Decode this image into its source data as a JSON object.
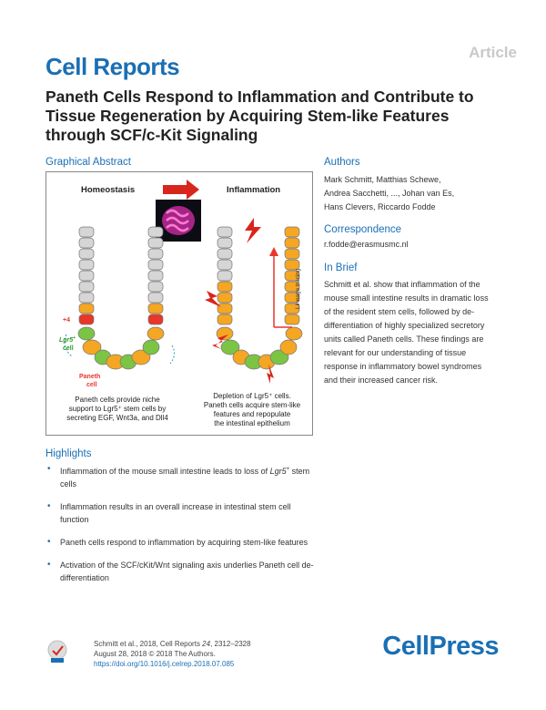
{
  "article_tag": "Article",
  "journal": "Cell Reports",
  "title": "Paneth Cells Respond to Inflammation and Contribute to Tissue Regeneration by Acquiring Stem-like Features through SCF/c-Kit Signaling",
  "graphical_abstract": {
    "heading": "Graphical Abstract",
    "left_title": "Homeostasis",
    "right_title": "Inflammation",
    "label_plus4": "+4",
    "label_lgr5_a": "Lgr5",
    "label_lgr5_sup": "+",
    "label_lgr5_b": "cell",
    "label_paneth_a": "Paneth",
    "label_paneth_b": "cell",
    "lineage_label": "Lineage tracing",
    "left_caption": [
      "Paneth cells provide niche",
      "support to Lgr5⁺ stem cells by",
      "secreting EGF, Wnt3a, and Dll4"
    ],
    "right_caption": [
      "Depletion of Lgr5⁺ cells.",
      "Paneth cells acquire stem-like",
      "features and repopulate",
      "the intestinal epithelium"
    ]
  },
  "authors": {
    "heading": "Authors",
    "lines": [
      "Mark Schmitt, Matthias Schewe,",
      "Andrea Sacchetti, ..., Johan van Es,",
      "Hans Clevers, Riccardo Fodde"
    ]
  },
  "correspondence": {
    "heading": "Correspondence",
    "email": "r.fodde@erasmusmc.nl"
  },
  "in_brief": {
    "heading": "In Brief",
    "text": "Schmitt et al. show that inflammation of the mouse small intestine results in dramatic loss of the resident stem cells, followed by de-differentiation of highly specialized secretory units called Paneth cells. These findings are relevant for our understanding of tissue response in inflammatory bowel syndromes and their increased cancer risk."
  },
  "highlights": {
    "heading": "Highlights",
    "items": [
      {
        "pre": "Inflammation of the mouse small intestine leads to loss of ",
        "em": "Lgr5",
        "sup": "+",
        "post": " stem cells"
      },
      {
        "pre": "Inflammation results in an overall increase in intestinal stem cell function",
        "em": "",
        "sup": "",
        "post": ""
      },
      {
        "pre": "Paneth cells respond to inflammation by acquiring stem-like features",
        "em": "",
        "sup": "",
        "post": ""
      },
      {
        "pre": "Activation of the SCF/cKit/Wnt signaling axis underlies Paneth cell de-differentiation",
        "em": "",
        "sup": "",
        "post": ""
      }
    ]
  },
  "citation": {
    "line1_pre": "Schmitt et al., 2018, Cell Reports ",
    "line1_vol": "24",
    "line1_post": ", 2312–2328",
    "line2": "August 28, 2018 © 2018 The Authors.",
    "doi": "https://doi.org/10.1016/j.celrep.2018.07.085"
  },
  "publisher": "CellPress",
  "colors": {
    "brand_blue": "#1a6fb4",
    "paneth_red": "#e8362a",
    "stem_green": "#7cc444",
    "crypt_orange": "#f5a623",
    "cell_gray": "#cfcfcf"
  }
}
